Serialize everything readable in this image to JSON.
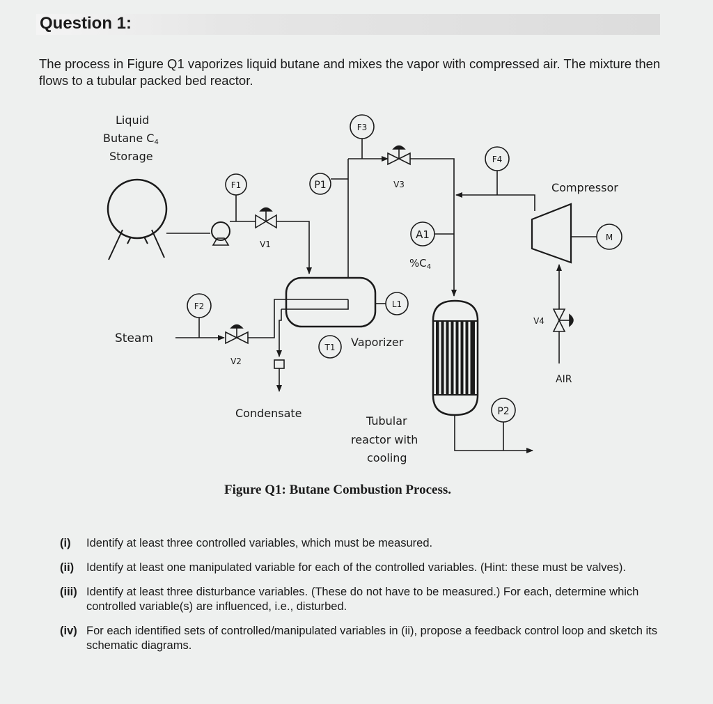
{
  "question": {
    "title": "Question 1:",
    "intro": "The process in Figure Q1 vaporizes liquid butane and mixes the vapor with compressed air. The mixture then flows to a tubular packed bed reactor."
  },
  "figure": {
    "caption": "Figure Q1: Butane Combustion Process.",
    "labels": {
      "storage_line1": "Liquid",
      "storage_line2": "Butane C",
      "storage_sub": "4",
      "storage_line3": "Storage",
      "steam": "Steam",
      "condensate": "Condensate",
      "vaporizer": "Vaporizer",
      "compressor": "Compressor",
      "air": "AIR",
      "reactor_line1": "Tubular",
      "reactor_line2": "reactor with",
      "reactor_line3": "cooling",
      "analyzer_pct": "%C",
      "analyzer_sub": "4"
    },
    "instruments": {
      "f1": "F1",
      "f2": "F2",
      "f3": "F3",
      "f4": "F4",
      "p1": "P1",
      "p2": "P2",
      "t1": "T1",
      "l1": "L1",
      "a1": "A1",
      "m": "M"
    },
    "valves": {
      "v1": "V1",
      "v2": "V2",
      "v3": "V3",
      "v4": "V4"
    }
  },
  "tasks": [
    {
      "num": "(i)",
      "text": "Identify at least three controlled variables, which must be measured."
    },
    {
      "num": "(ii)",
      "text": "Identify at least one manipulated variable for each of the controlled variables. (Hint: these must be valves)."
    },
    {
      "num": "(iii)",
      "text": "Identify at least three disturbance variables. (These do not have to be measured.) For each, determine which controlled variable(s) are influenced, i.e., disturbed."
    },
    {
      "num": "(iv)",
      "text": "For each identified sets of controlled/manipulated variables in (ii), propose a feedback control loop and sketch its schematic diagrams."
    }
  ]
}
